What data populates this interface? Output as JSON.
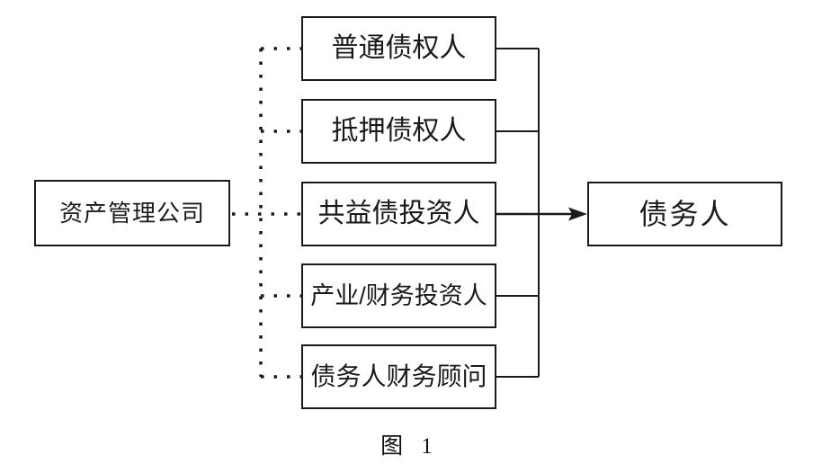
{
  "diagram": {
    "source": {
      "label": "资产管理公司"
    },
    "middle_nodes": [
      {
        "label": "普通债权人"
      },
      {
        "label": "抵押债权人"
      },
      {
        "label": "共益债投资人"
      },
      {
        "label": "产业/财务投资人"
      },
      {
        "label": "债务人财务顾问"
      }
    ],
    "target": {
      "label": "债务人"
    },
    "caption": "图 1",
    "colors": {
      "line": "#1a1a1a",
      "background": "#ffffff"
    },
    "connections": {
      "dotted": "source connects to all middle nodes via dotted lines",
      "solid_arrow": "middle nodes connect to target via solid lines merging into an arrow"
    }
  }
}
